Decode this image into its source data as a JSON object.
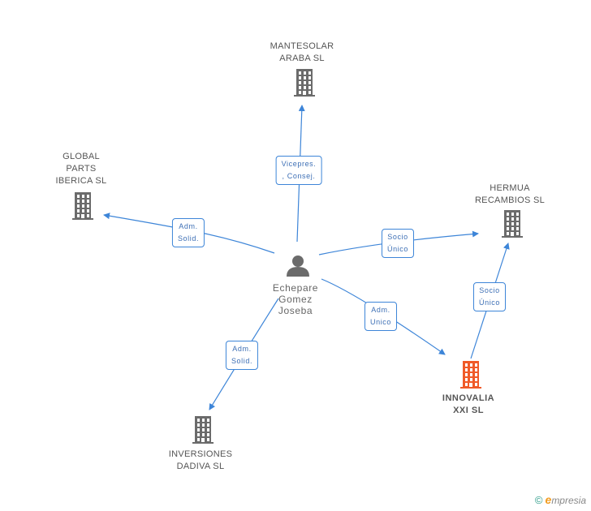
{
  "colors": {
    "edge": "#3d85d8",
    "building": "#6b6b6b",
    "highlight": "#f05a28",
    "person": "#6b6b6b"
  },
  "person": {
    "name_lines": [
      "Echepare",
      "Gomez",
      "Joseba"
    ],
    "icon": "person-icon"
  },
  "companies": [
    {
      "id": "mantesolar",
      "lines": [
        "MANTESOLAR",
        "ARABA SL"
      ],
      "highlight": false
    },
    {
      "id": "global",
      "lines": [
        "GLOBAL",
        "PARTS",
        "IBERICA SL"
      ],
      "highlight": false
    },
    {
      "id": "hermua",
      "lines": [
        "HERMUA",
        "RECAMBIOS SL"
      ],
      "highlight": false
    },
    {
      "id": "innovalia",
      "lines": [
        "INNOVALIA",
        "XXI SL"
      ],
      "highlight": true
    },
    {
      "id": "inversiones",
      "lines": [
        "INVERSIONES",
        "DADIVA SL"
      ],
      "highlight": false
    }
  ],
  "relations": [
    {
      "from": "person",
      "to": "mantesolar",
      "label_lines": [
        "Vicepres.",
        ", Consej."
      ]
    },
    {
      "from": "person",
      "to": "global",
      "label_lines": [
        "Adm.",
        "Solid."
      ]
    },
    {
      "from": "person",
      "to": "hermua",
      "label_lines": [
        "Socio",
        "Único"
      ]
    },
    {
      "from": "person",
      "to": "innovalia",
      "label_lines": [
        "Adm.",
        "Unico"
      ]
    },
    {
      "from": "person",
      "to": "inversiones",
      "label_lines": [
        "Adm.",
        "Solid."
      ]
    },
    {
      "from": "innovalia",
      "to": "hermua",
      "label_lines": [
        "Socio",
        "Único"
      ]
    }
  ],
  "brand": {
    "copyright": "©",
    "initial": "e",
    "rest": "mpresia"
  }
}
